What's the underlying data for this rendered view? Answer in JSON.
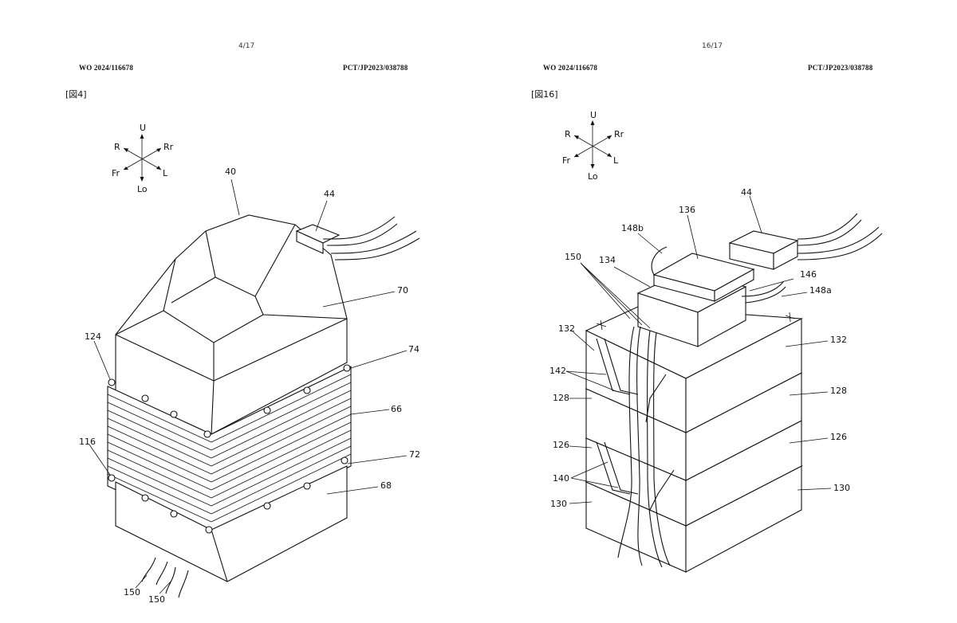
{
  "left_sheet": {
    "page_number": "4/17",
    "publication_number": "WO 2024/116678",
    "application_number": "PCT/JP2023/038788",
    "figure_label": "[図4]",
    "compass": {
      "up": "U",
      "down": "Lo",
      "rear": "Rr",
      "front": "Fr",
      "right": "R",
      "left": "L"
    },
    "reference_numerals": {
      "n40": "40",
      "n44": "44",
      "n70": "70",
      "n74": "74",
      "n124": "124",
      "n66": "66",
      "n116": "116",
      "n72": "72",
      "n68": "68",
      "n150a": "150",
      "n150b": "150"
    }
  },
  "right_sheet": {
    "page_number": "16/17",
    "publication_number": "WO 2024/116678",
    "application_number": "PCT/JP2023/038788",
    "figure_label": "[図16]",
    "compass": {
      "up": "U",
      "down": "Lo",
      "rear": "Rr",
      "front": "Fr",
      "right": "R",
      "left": "L"
    },
    "reference_numerals": {
      "n44": "44",
      "n136": "136",
      "n148b": "148b",
      "n150": "150",
      "n134": "134",
      "n146": "146",
      "n148a": "148a",
      "n132l": "132",
      "n132r": "132",
      "n142": "142",
      "n128l": "128",
      "n128r": "128",
      "n126l": "126",
      "n126r": "126",
      "n140": "140",
      "n130l": "130",
      "n130r": "130"
    }
  }
}
